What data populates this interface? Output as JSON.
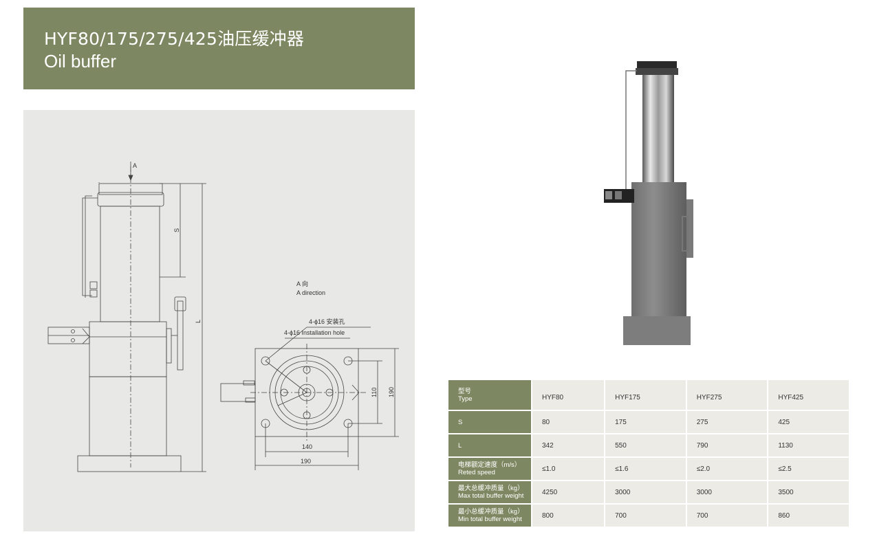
{
  "header": {
    "title_cn": "HYF80/175/275/425油压缓冲器",
    "title_en": "Oil buffer"
  },
  "drawing": {
    "arrow_label": "A",
    "dim_s": "S",
    "dim_l": "L",
    "direction_cn": "A 向",
    "direction_en": "A direction",
    "hole_cn": "4-ϕ16 安装孔",
    "hole_en": "4-ϕ16 Installation hole",
    "dim_110": "110",
    "dim_190_v": "190",
    "dim_140": "140",
    "dim_190_h": "190"
  },
  "table": {
    "header": {
      "cn": "型号",
      "en": "Type",
      "cols": [
        "HYF80",
        "HYF175",
        "HYF275",
        "HYF425"
      ]
    },
    "rows": [
      {
        "cn": "S",
        "en": "",
        "values": [
          "80",
          "175",
          "275",
          "425"
        ]
      },
      {
        "cn": "L",
        "en": "",
        "values": [
          "342",
          "550",
          "790",
          "1130"
        ]
      },
      {
        "cn": "电梯额定速度（m/s）",
        "en": "Reted speed",
        "values": [
          "≤1.0",
          "≤1.6",
          "≤2.0",
          "≤2.5"
        ]
      },
      {
        "cn": "最大总缓冲质量（kg）",
        "en": "Max total buffer weight",
        "values": [
          "4250",
          "3000",
          "3000",
          "3500"
        ]
      },
      {
        "cn": "最小总缓冲质量（kg）",
        "en": "Min total buffer weight",
        "values": [
          "800",
          "700",
          "700",
          "860"
        ]
      }
    ]
  },
  "colors": {
    "header_bg": "#7d8862",
    "panel_bg": "#e8e8e6",
    "cell_bg": "#ecebe6"
  }
}
